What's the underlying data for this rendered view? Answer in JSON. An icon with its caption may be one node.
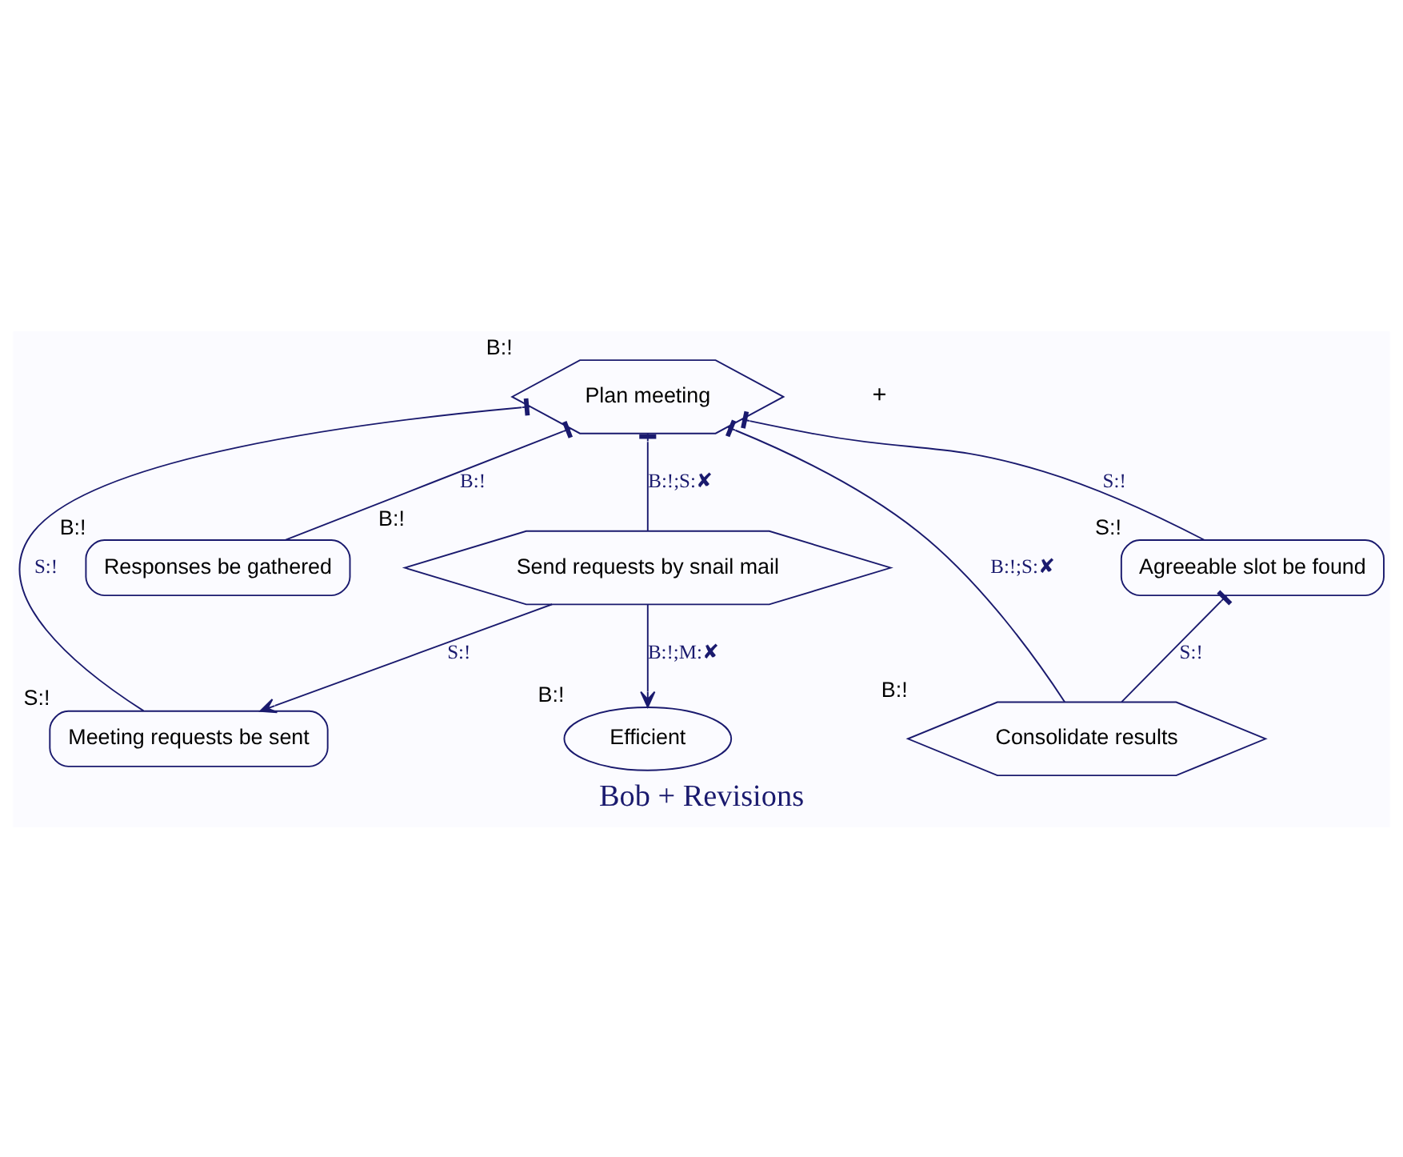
{
  "diagram": {
    "title": "Bob + Revisions",
    "nodes": [
      {
        "text": [
          "Plan meeting"
        ],
        "beside": [
          "B:!"
        ]
      },
      {
        "text": [
          "Meeting requests be sent"
        ],
        "beside": [
          "S:!"
        ]
      },
      {
        "text": [
          "Responses be gathered"
        ],
        "beside": [
          "B:!"
        ]
      },
      {
        "text": [
          "Agreeable slot be found"
        ],
        "beside": [
          "S:!"
        ]
      },
      {
        "text": [
          "Send requests by snail mail"
        ],
        "beside": [
          "B:!"
        ]
      },
      {
        "text": [
          "Consolidate results"
        ],
        "beside": [
          "B:!"
        ]
      },
      {
        "text": [
          "Efficient"
        ],
        "beside": [
          "B:!"
        ]
      }
    ],
    "edges": [
      {
        "from": 0,
        "to": 1,
        "arrow": "other",
        "label": "S:!"
      },
      {
        "from": 0,
        "to": 4,
        "arrow": "other",
        "label": "B:!;S:✘"
      },
      {
        "from": 0,
        "to": 2,
        "arrow": "other",
        "label": "B:!"
      },
      {
        "from": 0,
        "to": 5,
        "arrow": "other",
        "label": "B:!;S:✘"
      },
      {
        "from": 0,
        "to": 3,
        "arrow": "other",
        "label": "S:!"
      },
      {
        "from": 3,
        "to": 5,
        "arrow": "other",
        "label": "S:!"
      },
      {
        "from": 4,
        "to": 1,
        "arrow": "to",
        "label": "S:!"
      },
      {
        "from": 4,
        "to": 6,
        "arrow": "to",
        "label": "B:!;M:✘"
      }
    ],
    "labels": [
      "+"
    ]
  }
}
